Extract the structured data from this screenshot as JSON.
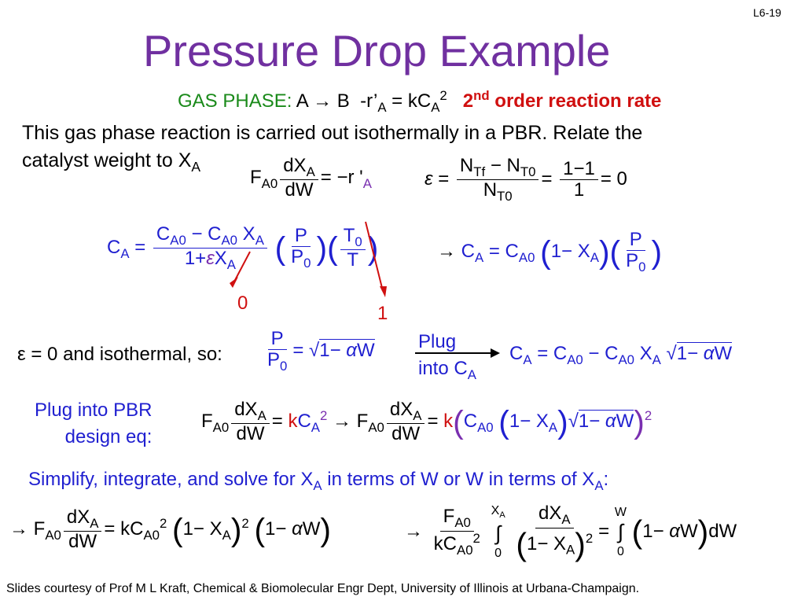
{
  "slide_number": "L6-19",
  "title": "Pressure Drop Example",
  "header": {
    "gas_phase_label": "GAS PHASE:",
    "reaction": "A → B",
    "rate_law": "-r’A = kCA2",
    "order_label": "2nd order reaction rate"
  },
  "intro": {
    "line1": "This gas phase reaction is carried out isothermally in a PBR.  Relate the",
    "line2": "catalyst weight to XA"
  },
  "annotations": {
    "epsilon_zero": "0",
    "temperature_one": "1"
  },
  "epsilon_note": "ε = 0 and isothermal, so:",
  "plug_into_ca": "Plug into CA",
  "plug_pbr": "Plug into PBR design eq:",
  "simplify_text": "Simplify, integrate, and solve for XA in terms of W or W in terms of XA:",
  "footer": "Slides courtesy of Prof M L Kraft, Chemical & Biomolecular Engr Dept, University of Illinois at Urbana-Champaign.",
  "colors": {
    "title": "#7030a0",
    "blue": "#1f1fd0",
    "green": "#1a8a1a",
    "red": "#d01010",
    "purple": "#7a2fb0"
  }
}
